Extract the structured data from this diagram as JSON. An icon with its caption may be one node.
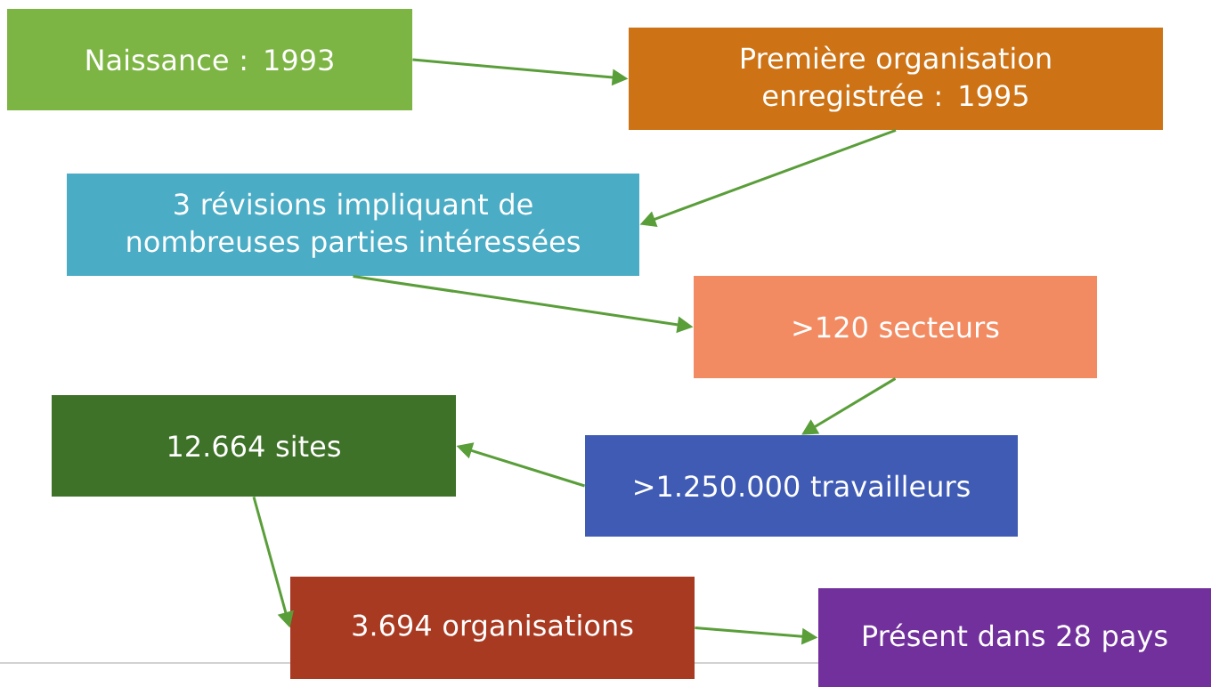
{
  "diagram": {
    "nodes": [
      {
        "text": [
          "Naissance : 1993"
        ]
      },
      {
        "text": [
          "Première organisation enregistrée : 1995"
        ]
      },
      {
        "text": [
          "3 révisions impliquant de nombreuses parties intéressées"
        ]
      },
      {
        "text": [
          ">120 secteurs"
        ]
      },
      {
        "text": [
          "12.664 sites"
        ]
      },
      {
        "text": [
          ">1.250.000 travailleurs"
        ]
      },
      {
        "text": [
          "3.694 organisations"
        ]
      },
      {
        "text": [
          "Présent dans 28 pays"
        ]
      }
    ],
    "edges": [
      {
        "from": 0,
        "to": 1,
        "arrow": "to"
      },
      {
        "from": 1,
        "to": 2,
        "arrow": "to"
      },
      {
        "from": 2,
        "to": 3,
        "arrow": "to"
      },
      {
        "from": 3,
        "to": 5,
        "arrow": "to"
      },
      {
        "from": 5,
        "to": 4,
        "arrow": "to"
      },
      {
        "from": 4,
        "to": 6,
        "arrow": "to"
      },
      {
        "from": 6,
        "to": 7,
        "arrow": "to"
      }
    ]
  }
}
